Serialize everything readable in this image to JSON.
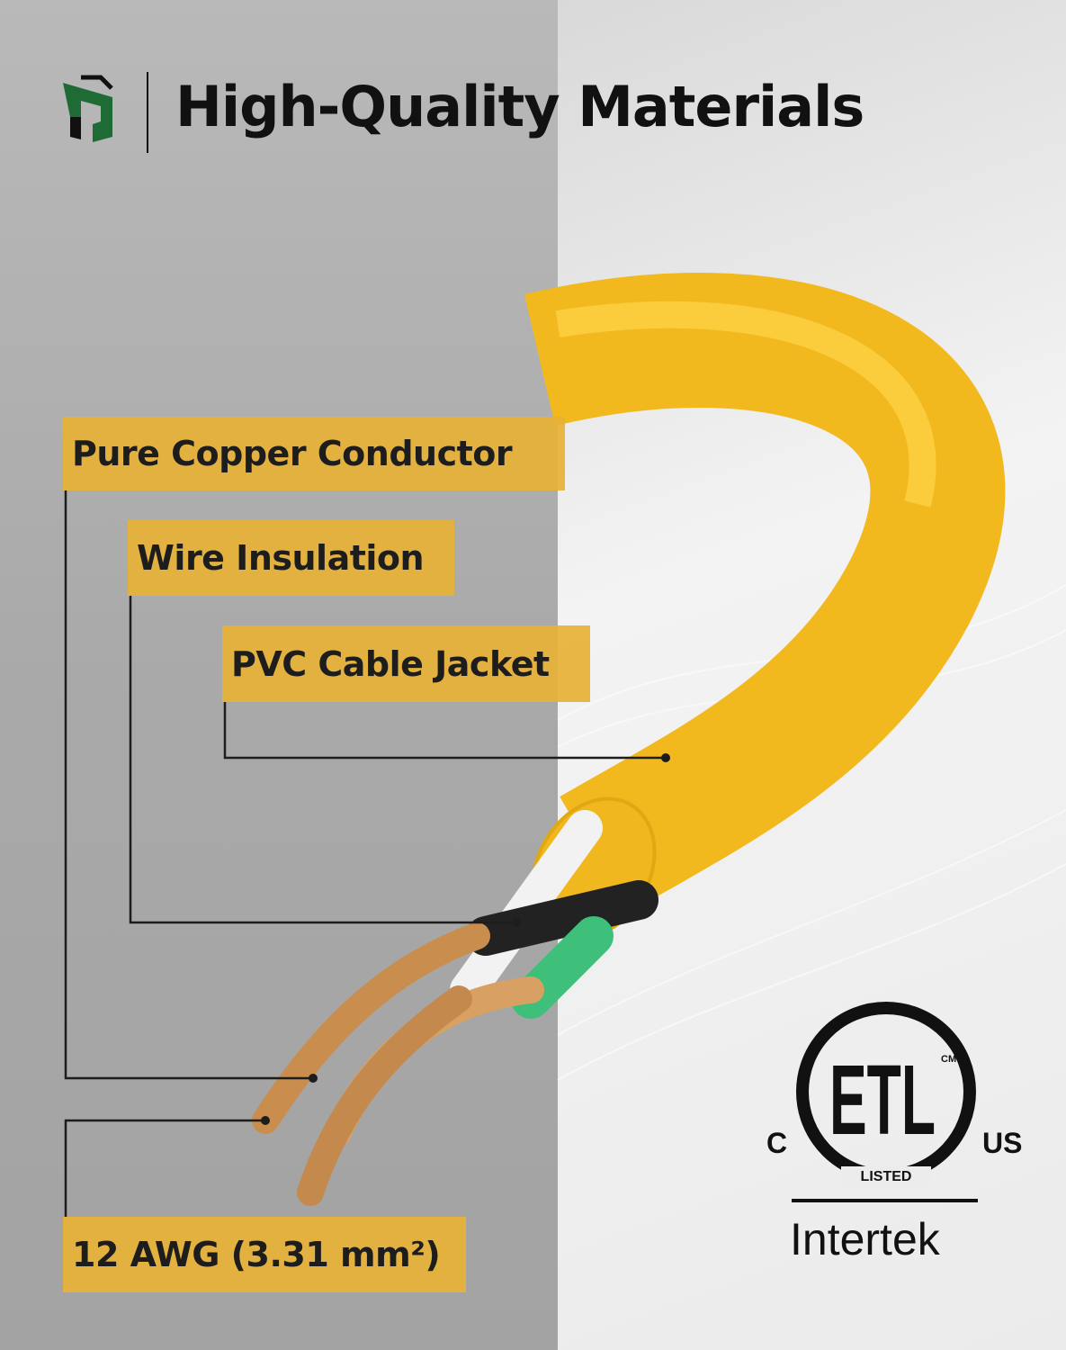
{
  "header": {
    "title": "High-Quality Materials",
    "logo": "brand-logo"
  },
  "labels": {
    "conductor": "Pure Copper Conductor",
    "insulation": "Wire Insulation",
    "jacket": "PVC Cable Jacket",
    "gauge": "12 AWG (3.31 mm²)"
  },
  "certification": {
    "mark": "ETL",
    "cm": "CM",
    "listed": "LISTED",
    "c": "C",
    "us": "US",
    "brand": "Intertek"
  },
  "colors": {
    "label_bg": "#e7b237",
    "cable": "#f5c12b",
    "logo_green": "#1f6b35"
  }
}
